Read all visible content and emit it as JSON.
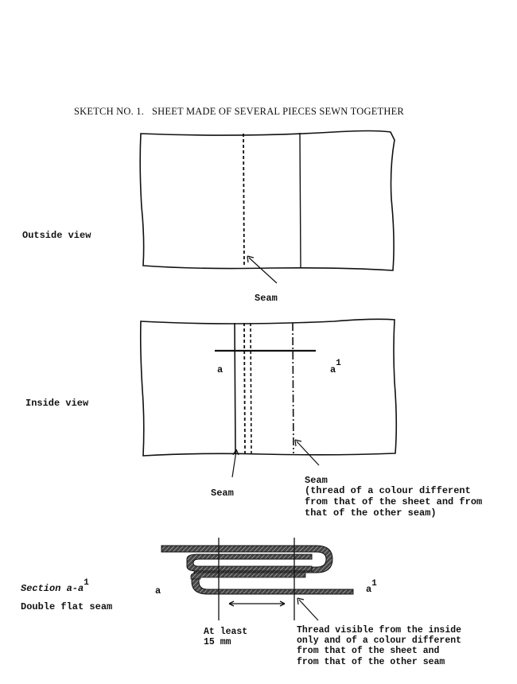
{
  "title": "SKETCH NO. 1.   SHEET MADE OF SEVERAL PIECES SEWN TOGETHER",
  "labels": {
    "outside_view": "Outside view",
    "inside_view": "Inside view",
    "seam_1": "Seam",
    "point_a_inside": "a",
    "point_a1_inside": "a",
    "sup_1_inside": "1",
    "seam_2": "Seam",
    "seam_3": "Seam",
    "seam_3_note": "(thread of a colour different\nfrom that of the sheet and from\nthat of the other seam)",
    "section_title": "Section a-a",
    "section_sup": "1",
    "section_subtitle": "Double flat seam",
    "point_a_section": "a",
    "point_a1_section": "a",
    "sup_1_section": "1",
    "at_least": "At least\n15 mm",
    "thread_note": "Thread visible from the inside\nonly and of a colour different\nfrom that of the sheet and\nfrom that of the other seam"
  }
}
